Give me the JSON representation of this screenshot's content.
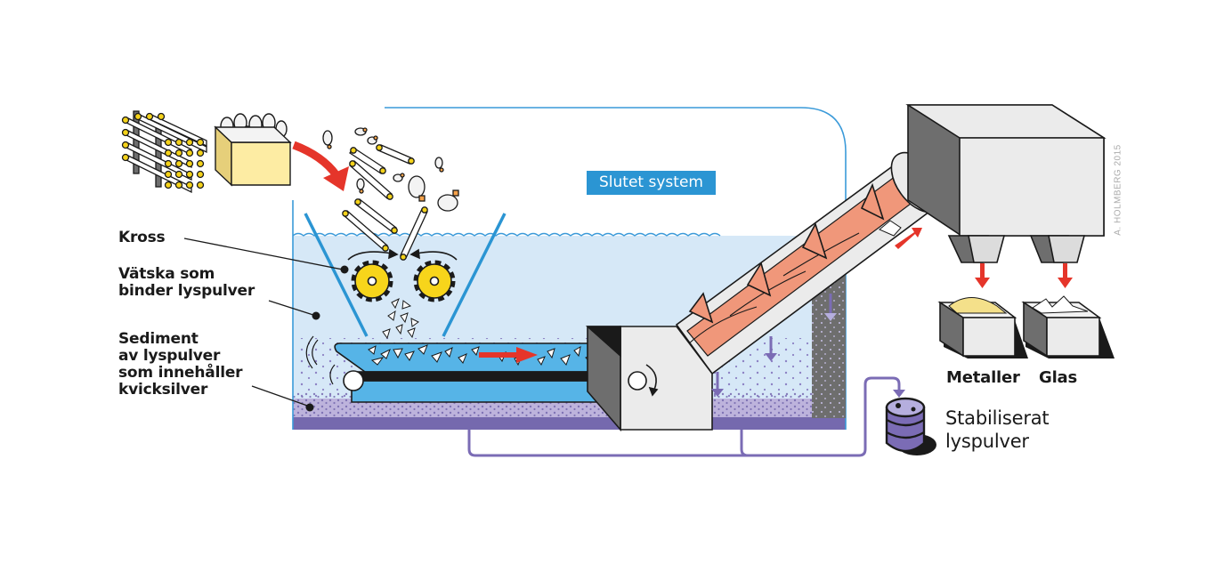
{
  "diagram": {
    "title_badge": "Slutet system",
    "credit": "A. HOLMBERG 2015",
    "labels": {
      "crusher": "Kross",
      "liquid": "Vätska som\nbinder lyspulver",
      "sediment": "Sediment\nav lyspulver\nsom innehåller\nkvicksilver",
      "metals": "Metaller",
      "glass": "Glas",
      "stabilized": "Stabiliserat\nlyspulver"
    },
    "components": [
      {
        "name": "fluorescent-tube-racks",
        "description": "Racks of fluorescent tubes"
      },
      {
        "name": "bulb-box",
        "description": "Box of light bulbs"
      },
      {
        "name": "crusher-gears",
        "description": "Two counter-rotating gears"
      },
      {
        "name": "conveyor-belt",
        "description": "Conveyor carrying crushed glass"
      },
      {
        "name": "screw-conveyor",
        "description": "Inclined auger lifting material"
      },
      {
        "name": "separator",
        "description": "Separator unit with two outlets"
      },
      {
        "name": "metal-bin",
        "description": "Bin for metals"
      },
      {
        "name": "glass-bin",
        "description": "Bin for glass"
      },
      {
        "name": "barrel",
        "description": "Barrel of stabilized powder"
      }
    ],
    "colors": {
      "liquid": "#d6e8f7",
      "tank_outline": "#3a9ad9",
      "sediment": "#bdb3dc",
      "tank_floor": "#7569ae",
      "pipe": "#7b6cb5",
      "belt": "#56b4e7",
      "auger": "#f0977a",
      "arrow_red": "#e5352a",
      "gear": "#f7d51b",
      "box": "#fdeca3",
      "machine": "#ebebeb",
      "machine_dark": "#6e6e6e",
      "badge": "#2b95d3"
    }
  }
}
